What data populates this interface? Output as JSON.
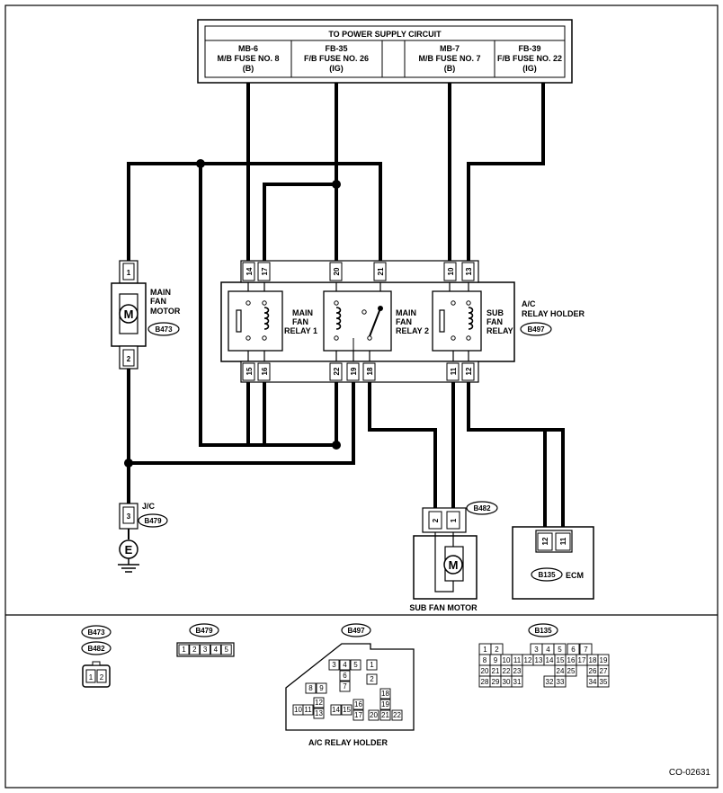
{
  "power_supply": {
    "title": "TO POWER SUPPLY CIRCUIT",
    "fuses": [
      {
        "line1": "MB-6",
        "line2": "M/B FUSE NO. 8",
        "line3": "(B)"
      },
      {
        "line1": "FB-35",
        "line2": "F/B FUSE NO. 26",
        "line3": "(IG)"
      },
      {
        "line1": "MB-7",
        "line2": "M/B FUSE NO. 7",
        "line3": "(B)"
      },
      {
        "line1": "FB-39",
        "line2": "F/B FUSE NO. 22",
        "line3": "(IG)"
      }
    ]
  },
  "relay_holder": {
    "label1": "A/C",
    "label2": "RELAY HOLDER",
    "connector": "B497",
    "top_pins": [
      "14",
      "17",
      "20",
      "21",
      "10",
      "13"
    ],
    "bottom_pins": [
      "15",
      "16",
      "22",
      "19",
      "18",
      "11",
      "12"
    ],
    "relays": [
      {
        "line1": "MAIN",
        "line2": "FAN",
        "line3": "RELAY 1"
      },
      {
        "line1": "MAIN",
        "line2": "FAN",
        "line3": "RELAY 2"
      },
      {
        "line1": "SUB",
        "line2": "FAN",
        "line3": "RELAY"
      }
    ]
  },
  "main_fan_motor": {
    "line1": "MAIN",
    "line2": "FAN",
    "line3": "MOTOR",
    "connector": "B473",
    "pins": [
      "1",
      "2"
    ],
    "symbol": "M"
  },
  "jc": {
    "label": "J/C",
    "connector": "B479",
    "pin": "3",
    "ground_symbol": "E"
  },
  "sub_fan_motor": {
    "label": "SUB FAN MOTOR",
    "connector": "B482",
    "pins": [
      "2",
      "1"
    ],
    "symbol": "M"
  },
  "ecm": {
    "label": "ECM",
    "connector": "B135",
    "pins": [
      "12",
      "11"
    ]
  },
  "connector_views": {
    "b473": "B473",
    "b482": "B482",
    "b473_pins": [
      "1",
      "2"
    ],
    "b479": "B479",
    "b479_pins": [
      "1",
      "2",
      "3",
      "4",
      "5"
    ],
    "b497": "B497",
    "b497_caption": "A/C  RELAY HOLDER",
    "b497_pins": [
      "3",
      "4",
      "5",
      "1",
      "6",
      "2",
      "8",
      "9",
      "7",
      "18",
      "12",
      "10",
      "11",
      "13",
      "16",
      "14",
      "15",
      "17",
      "19",
      "20",
      "21",
      "22"
    ],
    "b135": "B135",
    "b135_rows": [
      [
        "1",
        "2",
        "",
        "3",
        "4",
        "5",
        "6",
        "7"
      ],
      [
        "8",
        "9",
        "10",
        "11",
        "12",
        "13",
        "14",
        "15",
        "16",
        "17",
        "18",
        "19"
      ],
      [
        "20",
        "21",
        "22",
        "23",
        "",
        "24",
        "25",
        "",
        "26",
        "27"
      ],
      [
        "28",
        "29",
        "30",
        "31",
        "",
        "32",
        "33",
        "",
        "34",
        "35"
      ]
    ]
  },
  "figure_id": "CO-02631"
}
